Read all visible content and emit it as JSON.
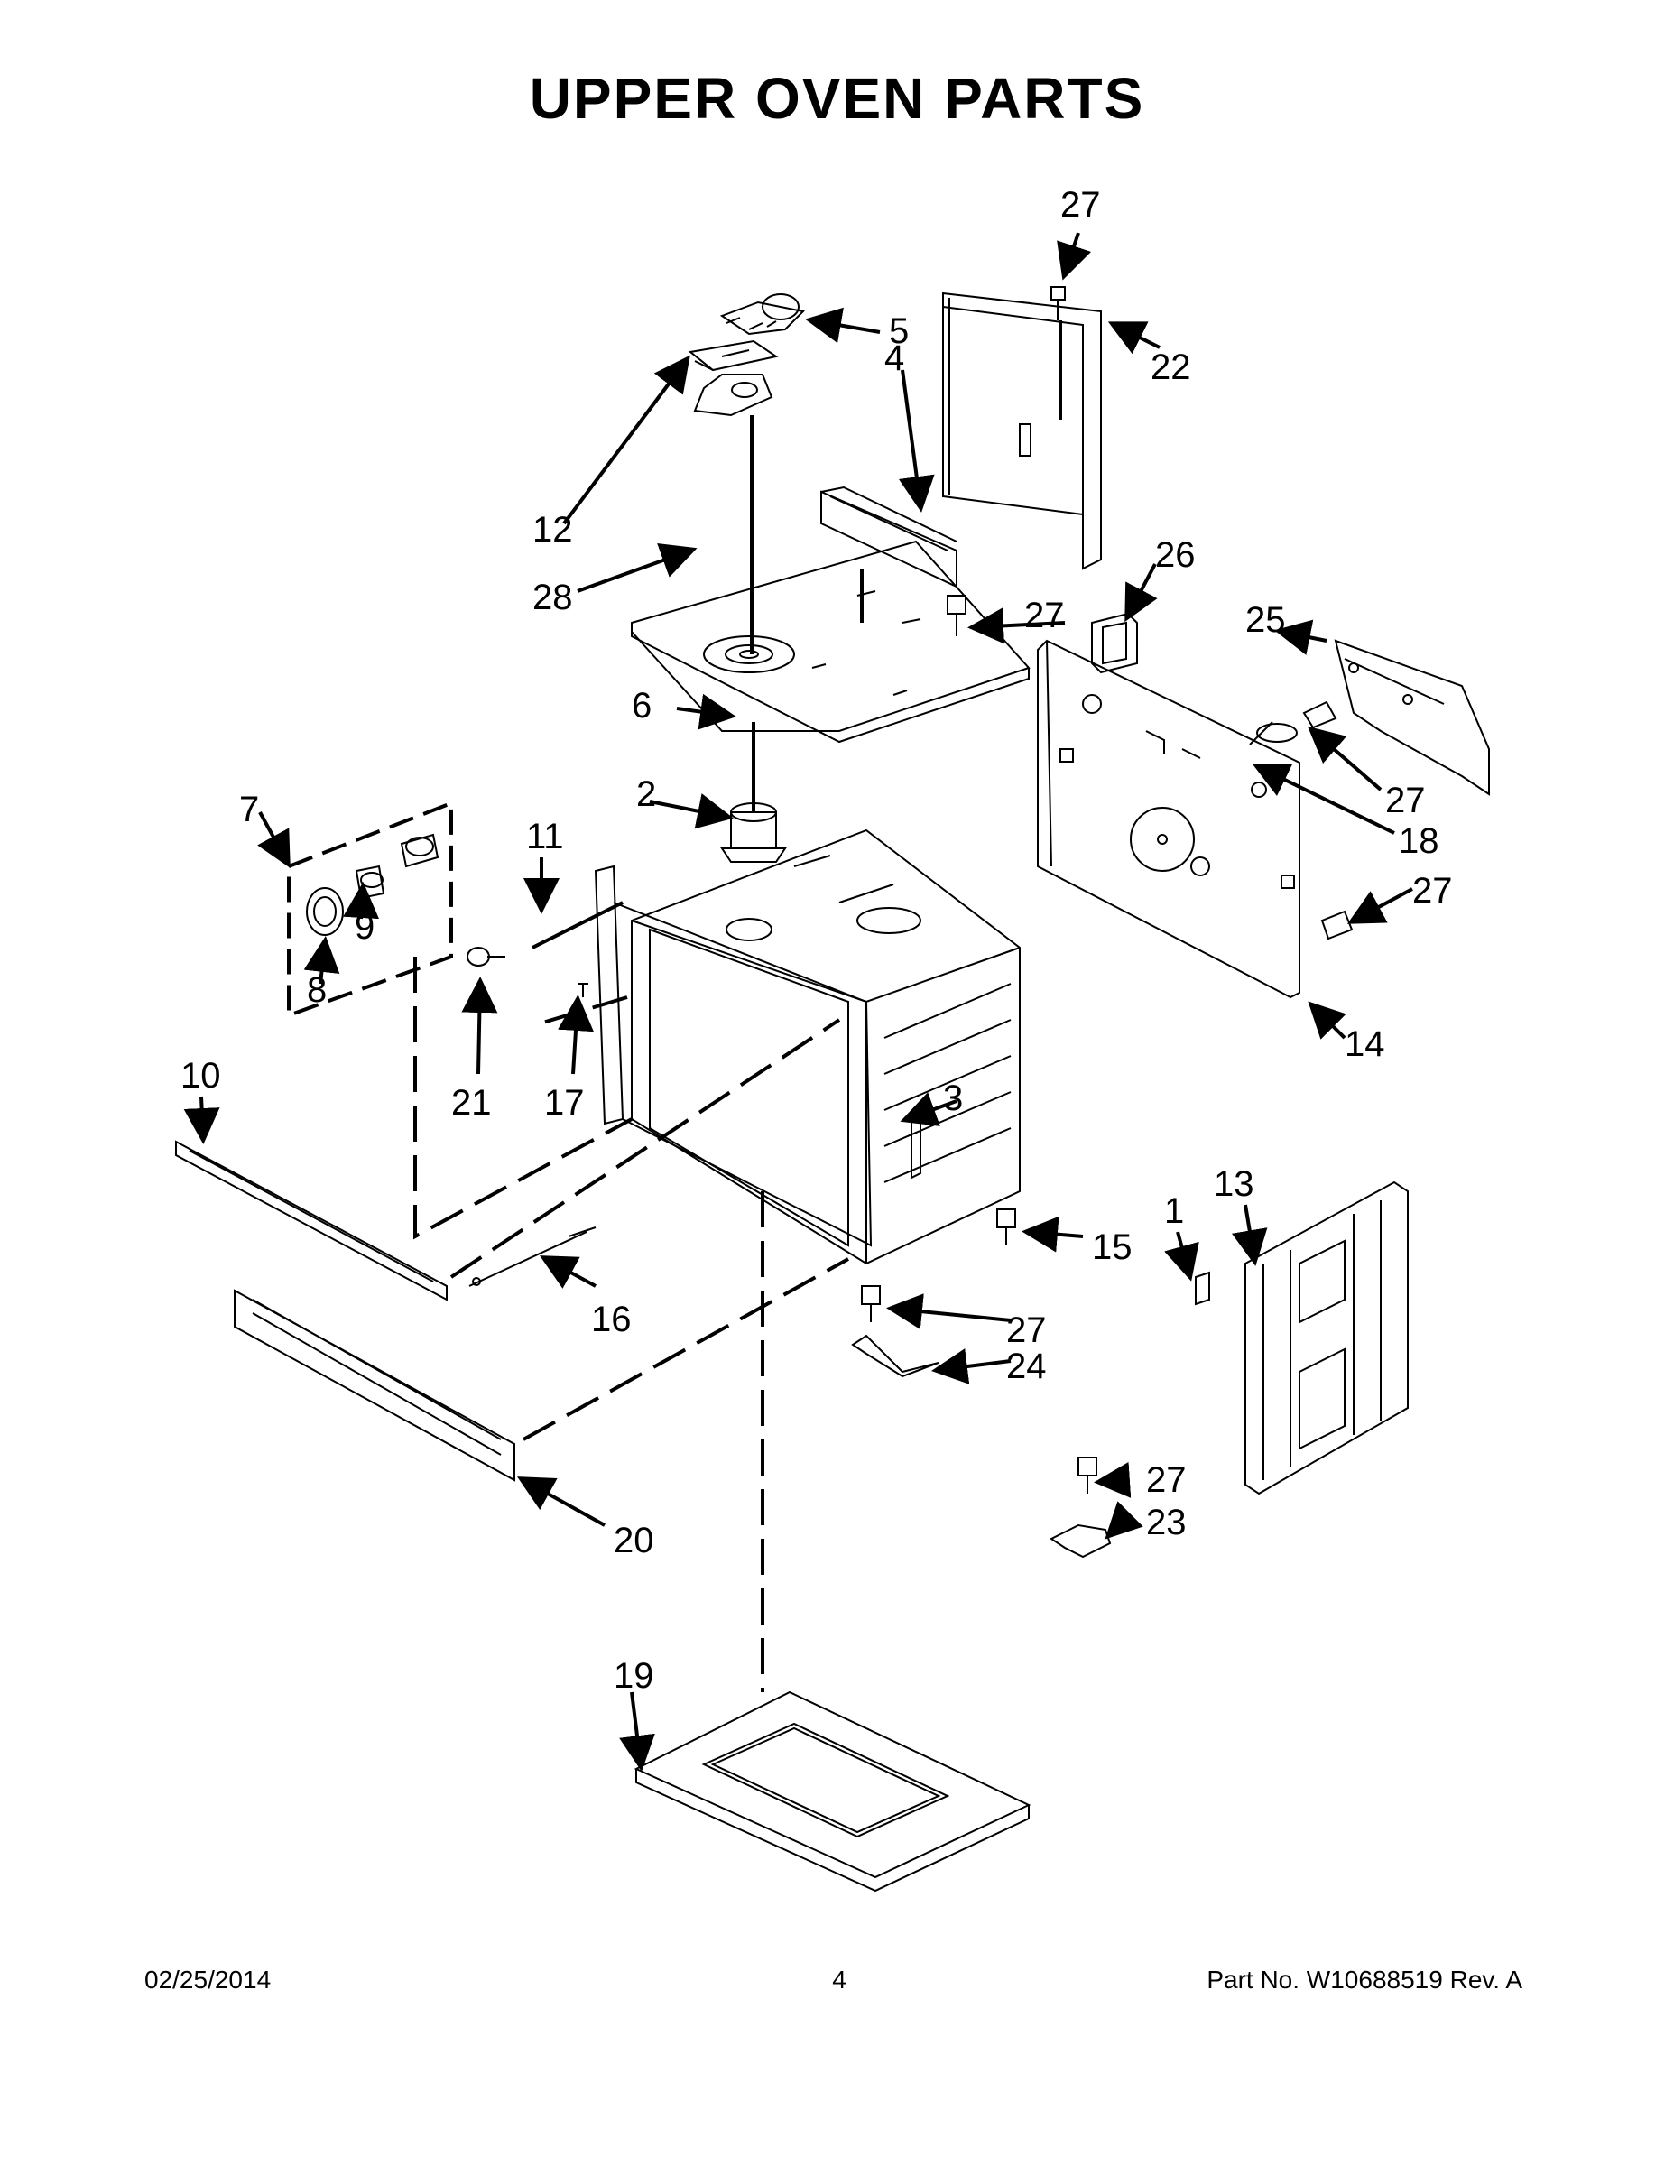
{
  "title": "UPPER OVEN PARTS",
  "footer": {
    "date": "02/25/2014",
    "page": "4",
    "part_number": "Part No.  W10688519  Rev.  A"
  },
  "callouts": [
    "27",
    "5",
    "22",
    "12",
    "4",
    "28",
    "26",
    "27",
    "25",
    "6",
    "27",
    "18",
    "27",
    "2",
    "7",
    "11",
    "9",
    "8",
    "14",
    "10",
    "21",
    "17",
    "3",
    "15",
    "13",
    "1",
    "16",
    "27",
    "24",
    "27",
    "23",
    "20",
    "19"
  ]
}
